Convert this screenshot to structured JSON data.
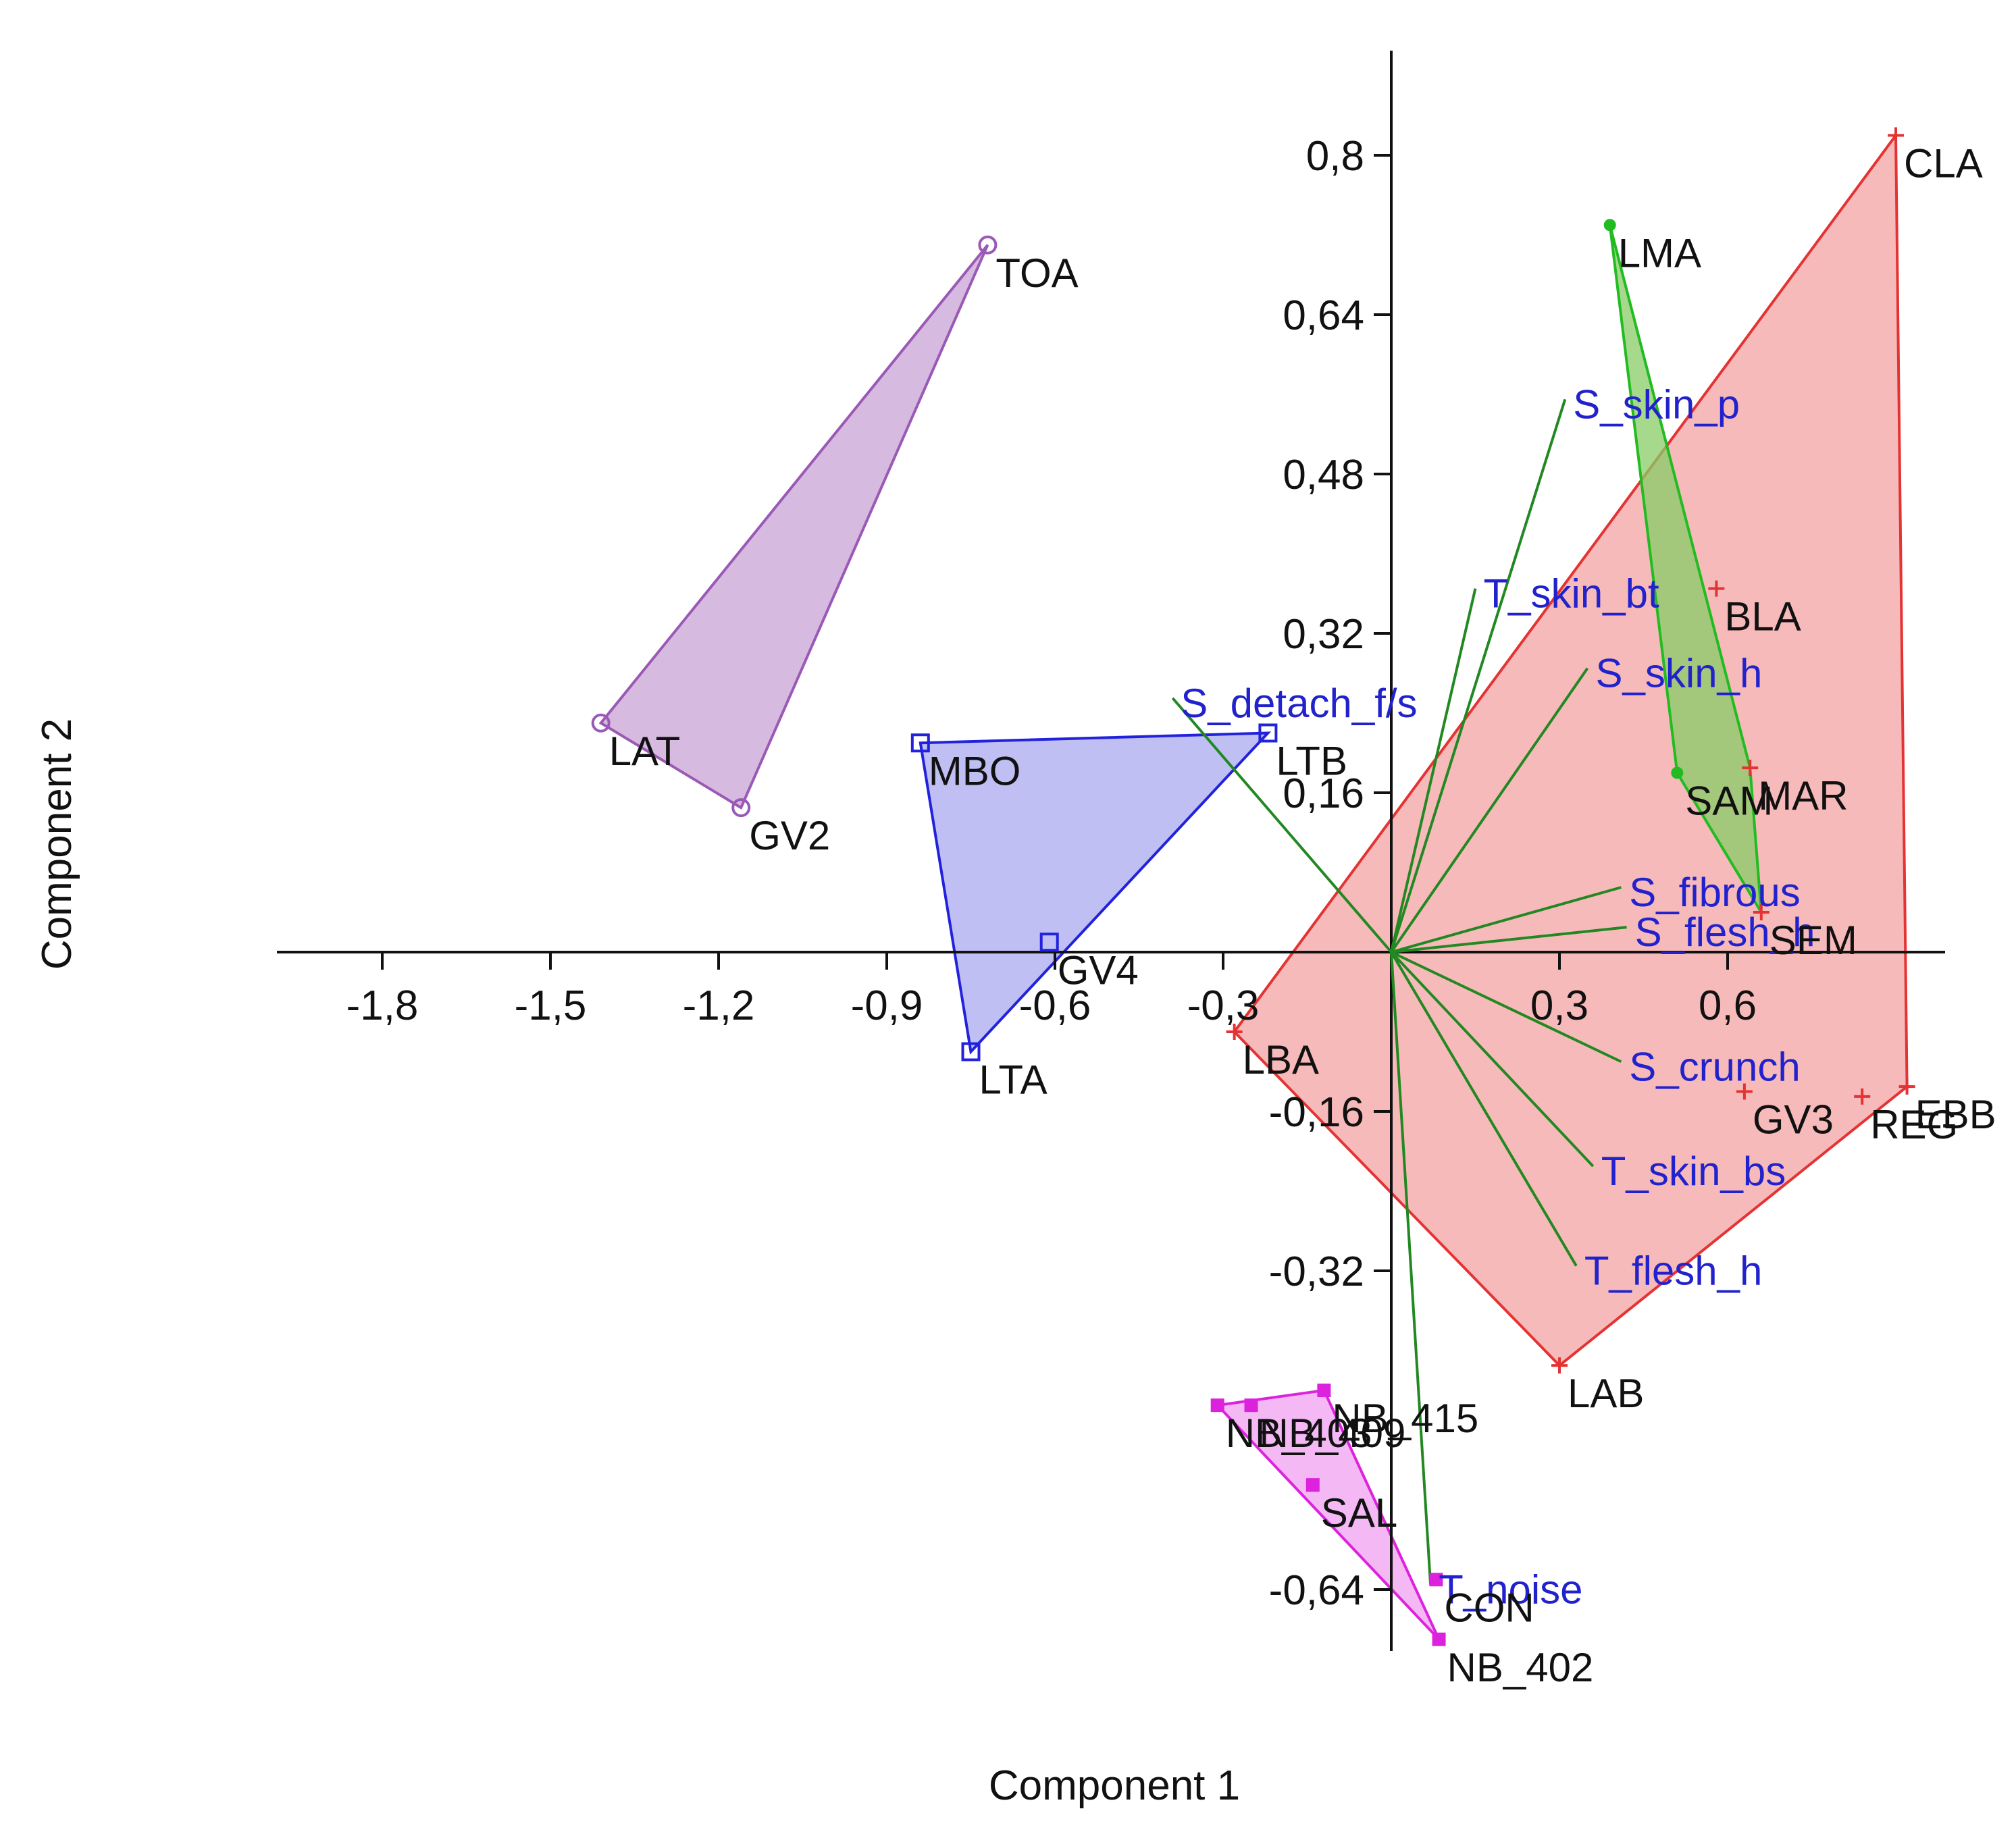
{
  "chart_data": {
    "type": "scatter",
    "subtype": "pca-biplot",
    "xlabel": "Component 1",
    "ylabel": "Component 2",
    "xlim": [
      -2.0,
      1.0
    ],
    "ylim": [
      -0.7,
      0.9
    ],
    "x_ticks": [
      {
        "value": -1.8,
        "label": "-1,8"
      },
      {
        "value": -1.5,
        "label": "-1,5"
      },
      {
        "value": -1.2,
        "label": "-1,2"
      },
      {
        "value": -0.9,
        "label": "-0,9"
      },
      {
        "value": -0.6,
        "label": "-0,6"
      },
      {
        "value": -0.3,
        "label": "-0,3"
      },
      {
        "value": 0.3,
        "label": "0,3"
      },
      {
        "value": 0.6,
        "label": "0,6"
      }
    ],
    "y_ticks": [
      {
        "value": 0.8,
        "label": "0,8"
      },
      {
        "value": 0.64,
        "label": "0,64"
      },
      {
        "value": 0.48,
        "label": "0,48"
      },
      {
        "value": 0.32,
        "label": "0,32"
      },
      {
        "value": 0.16,
        "label": "0,16"
      },
      {
        "value": -0.16,
        "label": "-0,16"
      },
      {
        "value": -0.32,
        "label": "-0,32"
      },
      {
        "value": -0.64,
        "label": "-0,64"
      }
    ],
    "grid": false,
    "groups": [
      {
        "color": "#9b59b6",
        "fill": "#c9a3d6",
        "marker": "circle",
        "hull": [
          "TOA",
          "LAT",
          "GV2"
        ],
        "points": [
          {
            "label": "TOA",
            "x": -0.72,
            "y": 0.71
          },
          {
            "label": "LAT",
            "x": -1.41,
            "y": 0.23
          },
          {
            "label": "GV2",
            "x": -1.16,
            "y": 0.145
          }
        ]
      },
      {
        "color": "#2222dd",
        "fill": "#aaaaf0",
        "marker": "square",
        "hull": [
          "MBO",
          "LTB",
          "LTA"
        ],
        "points": [
          {
            "label": "MBO",
            "x": -0.84,
            "y": 0.21
          },
          {
            "label": "LTB",
            "x": -0.22,
            "y": 0.22
          },
          {
            "label": "GV4",
            "x": -0.61,
            "y": 0.01
          },
          {
            "label": "LTA",
            "x": -0.75,
            "y": -0.1
          }
        ]
      },
      {
        "color": "#e53333",
        "fill": "#f4a3a3",
        "marker": "cross",
        "hull": [
          "CLA",
          "EBB",
          "LAB",
          "LBA"
        ],
        "points": [
          {
            "label": "CLA",
            "x": 0.9,
            "y": 0.82
          },
          {
            "label": "BLA",
            "x": 0.58,
            "y": 0.365
          },
          {
            "label": "MAR",
            "x": 0.64,
            "y": 0.185
          },
          {
            "label": "SEM",
            "x": 0.66,
            "y": 0.04
          },
          {
            "label": "GV3",
            "x": 0.63,
            "y": -0.14
          },
          {
            "label": "REG",
            "x": 0.84,
            "y": -0.145
          },
          {
            "label": "EBB",
            "x": 0.92,
            "y": -0.135
          },
          {
            "label": "LAB",
            "x": 0.3,
            "y": -0.415
          },
          {
            "label": "LBA",
            "x": -0.28,
            "y": -0.08
          }
        ]
      },
      {
        "color": "#22bb22",
        "fill": "#88cc66",
        "marker": "dot",
        "hull": [
          "LMA",
          "MAR",
          "SEM",
          "SAM"
        ],
        "points": [
          {
            "label": "LMA",
            "x": 0.39,
            "y": 0.73
          },
          {
            "label": "SAM",
            "x": 0.51,
            "y": 0.18
          }
        ]
      },
      {
        "color": "#dd22dd",
        "fill": "#f0a0f0",
        "marker": "square-filled",
        "hull": [
          "NB_403",
          "NB_415",
          "NB_402"
        ],
        "points": [
          {
            "label": "NB_415",
            "x": -0.12,
            "y": -0.44
          },
          {
            "label": "NB_403",
            "x": -0.31,
            "y": -0.455
          },
          {
            "label": "NB_409",
            "x": -0.25,
            "y": -0.455
          },
          {
            "label": "SAL",
            "x": -0.14,
            "y": -0.535
          },
          {
            "label": "CON",
            "x": 0.08,
            "y": -0.63
          },
          {
            "label": "NB_402",
            "x": 0.085,
            "y": -0.69
          }
        ]
      }
    ],
    "variables": [
      {
        "label": "S_skin_p",
        "x": 0.31,
        "y": 0.555
      },
      {
        "label": "T_skin_bt",
        "x": 0.15,
        "y": 0.365
      },
      {
        "label": "S_skin_h",
        "x": 0.35,
        "y": 0.285
      },
      {
        "label": "S_detach_f/s",
        "x": -0.39,
        "y": 0.255
      },
      {
        "label": "S_fibrous",
        "x": 0.41,
        "y": 0.065
      },
      {
        "label": "S_flesh_h",
        "x": 0.42,
        "y": 0.025
      },
      {
        "label": "S_crunch",
        "x": 0.41,
        "y": -0.11
      },
      {
        "label": "T_skin_bs",
        "x": 0.36,
        "y": -0.215
      },
      {
        "label": "T_flesh_h",
        "x": 0.33,
        "y": -0.315
      },
      {
        "label": "T_noise",
        "x": 0.07,
        "y": -0.635
      }
    ],
    "variable_color": "#2222cc",
    "loading_line_color": "#228822"
  }
}
